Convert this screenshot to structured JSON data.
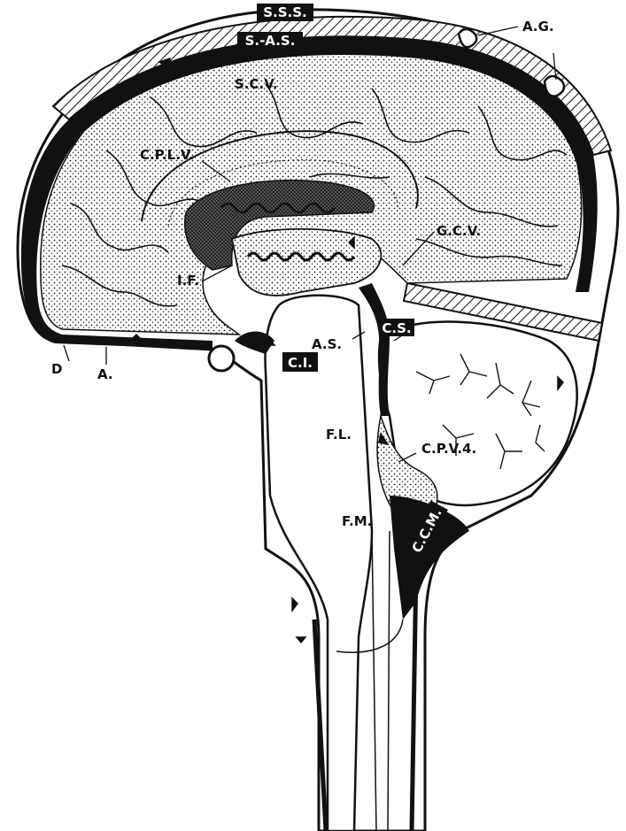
{
  "labels": {
    "sss": "S.S.S.",
    "sas": "S.-A.S.",
    "scv": "S.C.V.",
    "ag": "A.G.",
    "cplv": "C.P.L.V.",
    "gcv": "G.C.V.",
    "if": "I.F.",
    "cs": "C.S.",
    "as": "A.S.",
    "d": "D",
    "a": "A.",
    "ci": "C.I.",
    "fl": "F.L.",
    "cpv4": "C.P.V.4.",
    "fm": "F.M.",
    "ccm": "C.C.M."
  },
  "colors": {
    "ink": "#111111",
    "paper": "#ffffff"
  }
}
